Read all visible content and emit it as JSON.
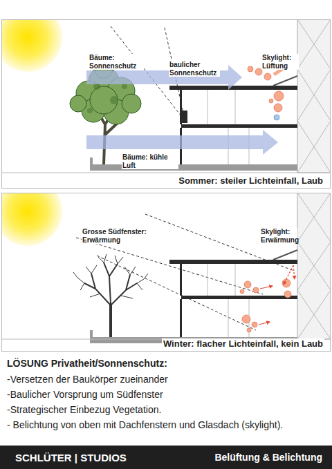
{
  "diagram": {
    "nodes": [
      {
        "text": [
          "Sommer: steiler Lichteinfall, Laub"
        ]
      },
      {
        "text": [
          "Winter: flacher Lichteinfall, kein Laub"
        ]
      },
      {
        "text": [
          "SCHLÜTER | STUDIOS",
          "Belüftung & Belichtung"
        ]
      }
    ],
    "labels": [
      "Bäume: Sonnenschutz",
      "baulicher Sonnenschutz",
      "Skylight: Lüftung",
      "Bäume: kühle Luft",
      "Grosse Südfenster: Erwärmung",
      "Skylight: Erwärmung",
      "LÖSUNG Privatheit/Sonnenschutz:",
      "-Versetzen der Baukörper zueinander",
      "-Baulicher Vorsprung um Südfenster",
      "-Strategischer Einbezug Vegetation.",
      "- Belichtung von oben mit Dachfenstern und Glasdach (skylight)."
    ]
  }
}
